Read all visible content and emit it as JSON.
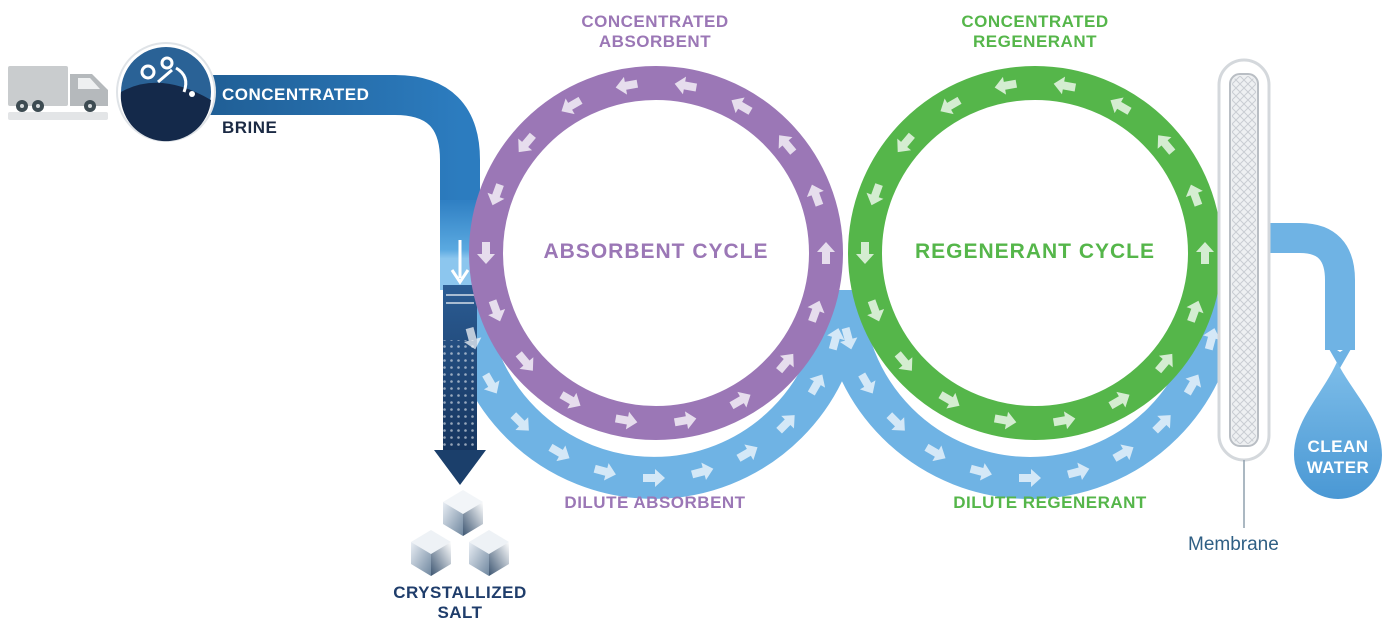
{
  "source": {
    "label_line1": "CONCENTRATED",
    "label_line2": "BRINE"
  },
  "absorbent": {
    "cycle_label": "ABSORBENT CYCLE",
    "top_label_line1": "CONCENTRATED",
    "top_label_line2": "ABSORBENT",
    "bottom_label": "DILUTE ABSORBENT",
    "color": "#9b77b6"
  },
  "regenerant": {
    "cycle_label": "REGENERANT CYCLE",
    "top_label_line1": "CONCENTRATED",
    "top_label_line2": "REGENERANT",
    "bottom_label": "DILUTE REGENERANT",
    "color": "#55b64a"
  },
  "output": {
    "salt_line1": "CRYSTALLIZED",
    "salt_line2": "SALT",
    "water_line1": "CLEAN",
    "water_line2": "WATER",
    "membrane": "Membrane"
  },
  "colors": {
    "brine_pipe": "#1f5f95",
    "dilute_flow": "#6fb3e4",
    "salt_text": "#1f3d6b"
  },
  "icons": [
    "truck-icon",
    "brine-tank-icon",
    "salt-crystal-icon",
    "water-drop-icon",
    "membrane-icon"
  ]
}
